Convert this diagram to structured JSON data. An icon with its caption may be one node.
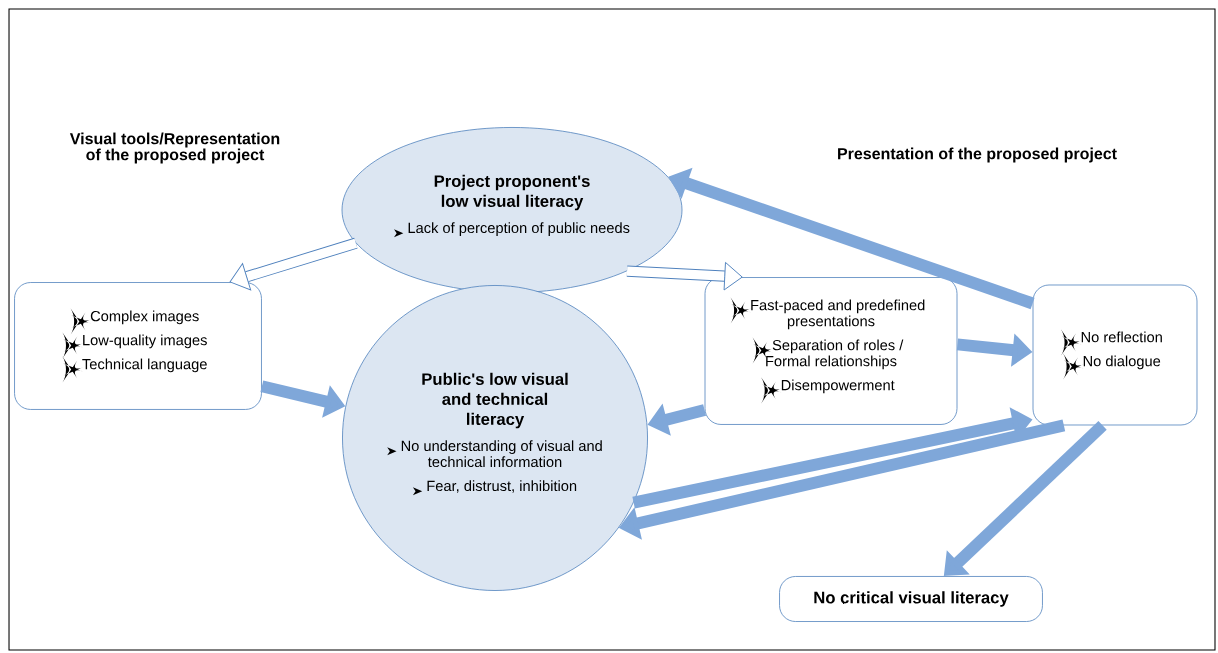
{
  "diagram": {
    "nodes": [
      {
        "text": [
          "Project proponent's low visual literacy",
          "Lack of perception of public needs"
        ]
      },
      {
        "text": [
          "Complex images",
          "Low-quality images",
          "Technical language"
        ]
      },
      {
        "text": [
          "Public's low visual and technical literacy",
          "No understanding of visual and technical information",
          "Fear, distrust, inhibition"
        ]
      },
      {
        "text": [
          "Fast-paced and predefined presentations",
          "Separation of roles / Formal relationships",
          "Disempowerment"
        ]
      },
      {
        "text": [
          "No reflection",
          "No dialogue"
        ]
      },
      {
        "text": [
          "No critical visual literacy"
        ]
      }
    ],
    "edges": [
      {
        "from": 0,
        "to": 1,
        "arrow": "to"
      },
      {
        "from": 0,
        "to": 3,
        "arrow": "to"
      },
      {
        "from": 1,
        "to": 2,
        "arrow": "to"
      },
      {
        "from": 3,
        "to": 2,
        "arrow": "to"
      },
      {
        "from": 3,
        "to": 4,
        "arrow": "to"
      },
      {
        "from": 4,
        "to": 0,
        "arrow": "to"
      },
      {
        "from": 2,
        "to": 4,
        "arrow": "to"
      },
      {
        "from": 4,
        "to": 2,
        "arrow": "to"
      },
      {
        "from": 4,
        "to": 5,
        "arrow": "to"
      }
    ],
    "labels": [
      "Visual tools/Representation of the proposed project",
      "Presentation of the proposed project"
    ]
  }
}
